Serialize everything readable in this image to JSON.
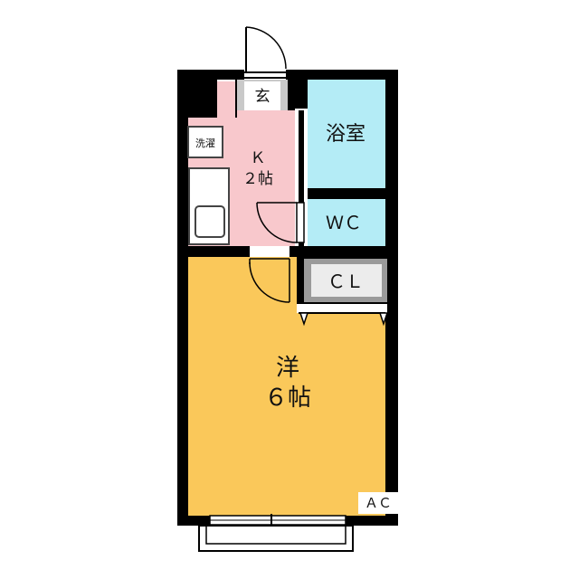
{
  "rooms": {
    "genkan": {
      "label": "玄"
    },
    "washer": {
      "label": "洗濯"
    },
    "kitchen": {
      "line1": "Ｋ",
      "line2": "２帖"
    },
    "bath": {
      "label": "浴室"
    },
    "toilet": {
      "label": "ＷＣ"
    },
    "closet": {
      "label": "ＣＬ"
    },
    "western": {
      "line1": "洋",
      "line2": "６帖"
    },
    "aircon": {
      "label": "ＡＣ"
    }
  },
  "colors": {
    "wall": "#000000",
    "kitchen": "#f8c8cc",
    "bath": "#b4ecf6",
    "western": "#fac85a",
    "genkan": "#c9c9c9",
    "closet_frame": "#9a9a9a",
    "closet_inner": "#ececec"
  }
}
